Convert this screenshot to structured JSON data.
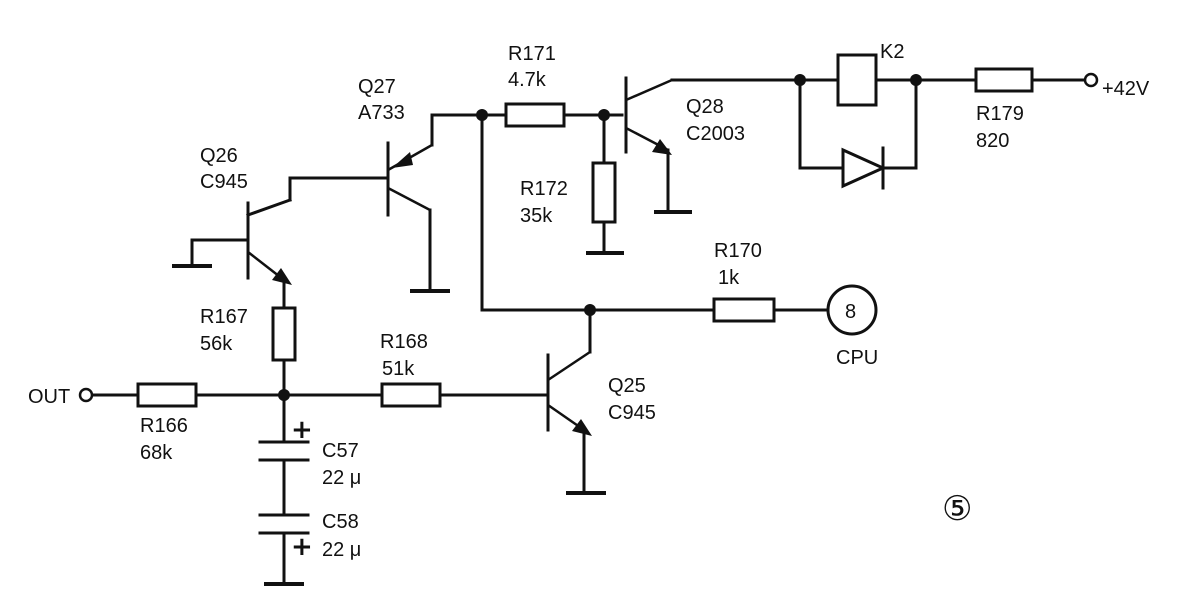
{
  "diagram": {
    "components": {
      "q26": {
        "ref": "Q26",
        "part": "C945"
      },
      "q27": {
        "ref": "Q27",
        "part": "A733"
      },
      "q28": {
        "ref": "Q28",
        "part": "C2003"
      },
      "q25": {
        "ref": "Q25",
        "part": "C945"
      },
      "r171": {
        "ref": "R171",
        "value": "4.7k"
      },
      "r172": {
        "ref": "R172",
        "value": "35k"
      },
      "r179": {
        "ref": "R179",
        "value": "820"
      },
      "r170": {
        "ref": "R170",
        "value": "1k"
      },
      "r167": {
        "ref": "R167",
        "value": "56k"
      },
      "r168": {
        "ref": "R168",
        "value": "51k"
      },
      "r166": {
        "ref": "R166",
        "value": "68k"
      },
      "c57": {
        "ref": "C57",
        "value": "22 μ"
      },
      "c58": {
        "ref": "C58",
        "value": "22 μ"
      },
      "k2": {
        "ref": "K2"
      }
    },
    "terminals": {
      "supply": "+42V",
      "output": "OUT",
      "cpu_pin": "8",
      "cpu_label": "CPU"
    },
    "polarity_mark": "+",
    "figure_number": "⑤"
  }
}
